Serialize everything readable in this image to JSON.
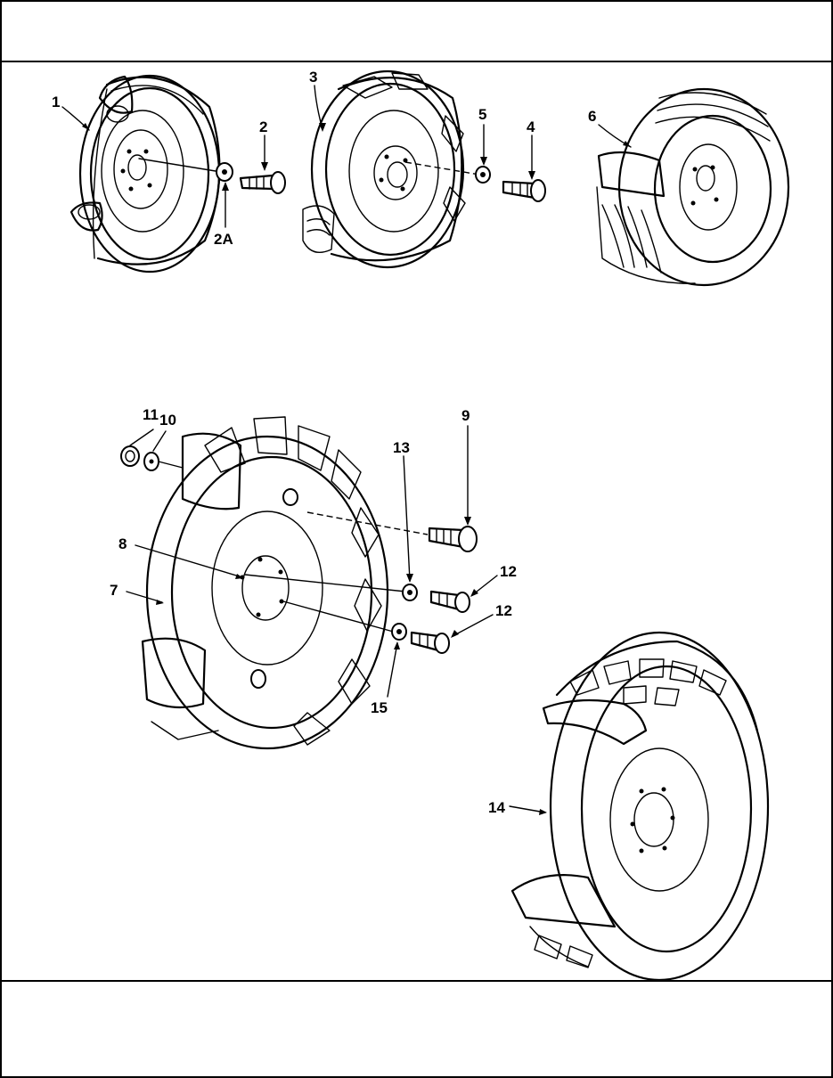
{
  "callouts": {
    "c1": "1",
    "c2": "2",
    "c2a": "2A",
    "c3": "3",
    "c4": "4",
    "c5": "5",
    "c6": "6",
    "c7": "7",
    "c8": "8",
    "c9": "9",
    "c10": "10",
    "c11": "11",
    "c12a": "12",
    "c12b": "12",
    "c13": "13",
    "c14": "14",
    "c15": "15"
  },
  "colors": {
    "ink": "#000000",
    "paper": "#ffffff"
  }
}
